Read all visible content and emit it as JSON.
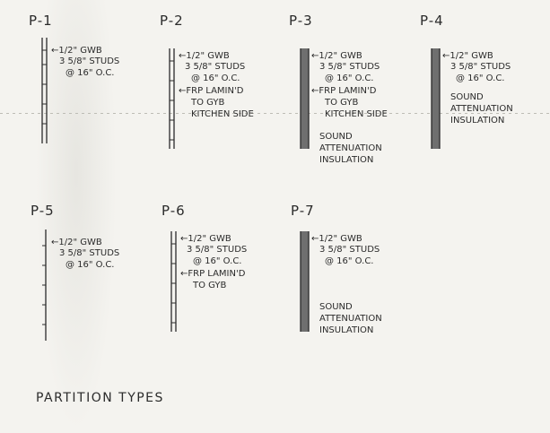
{
  "types": [
    {
      "id": "p1",
      "label": "P-1",
      "notes": [
        "←1/2\" GWB",
        "3 5/8\" STUDS",
        "@ 16\" O.C."
      ]
    },
    {
      "id": "p2",
      "label": "P-2",
      "notes": [
        "←1/2\" GWB",
        "3 5/8\" STUDS",
        "@ 16\" O.C.",
        "←FRP LAMIN'D",
        "TO GYB",
        "KITCHEN SIDE"
      ]
    },
    {
      "id": "p3",
      "label": "P-3",
      "notes": [
        "←1/2\" GWB",
        "3 5/8\" STUDS",
        "@ 16\" O.C.",
        "←FRP LAMIN'D",
        "TO GYB",
        "KITCHEN SIDE",
        "SOUND",
        "ATTENUATION",
        "INSULATION"
      ]
    },
    {
      "id": "p4",
      "label": "P-4",
      "notes": [
        "←1/2\" GWB",
        "3 5/8\" STUDS",
        "@ 16\" O.C.",
        "SOUND",
        "ATTENUATION",
        "INSULATION"
      ]
    },
    {
      "id": "p5",
      "label": "P-5",
      "notes": [
        "←1/2\" GWB",
        "3 5/8\" STUDS",
        "@ 16\" O.C."
      ]
    },
    {
      "id": "p6",
      "label": "P-6",
      "notes": [
        "←1/2\" GWB",
        "3 5/8\" STUDS",
        "@ 16\" O.C.",
        "←FRP LAMIN'D",
        "TO GYB"
      ]
    },
    {
      "id": "p7",
      "label": "P-7",
      "notes": [
        "←1/2\" GWB",
        "3 5/8\" STUDS",
        "@ 16\" O.C.",
        "SOUND",
        "ATTENUATION",
        "INSULATION"
      ]
    }
  ],
  "title": "PARTITION TYPES",
  "colors": {
    "ink": "#2b2b2b",
    "paper": "#f4f3ef",
    "insulation": "#6f6f6f"
  }
}
